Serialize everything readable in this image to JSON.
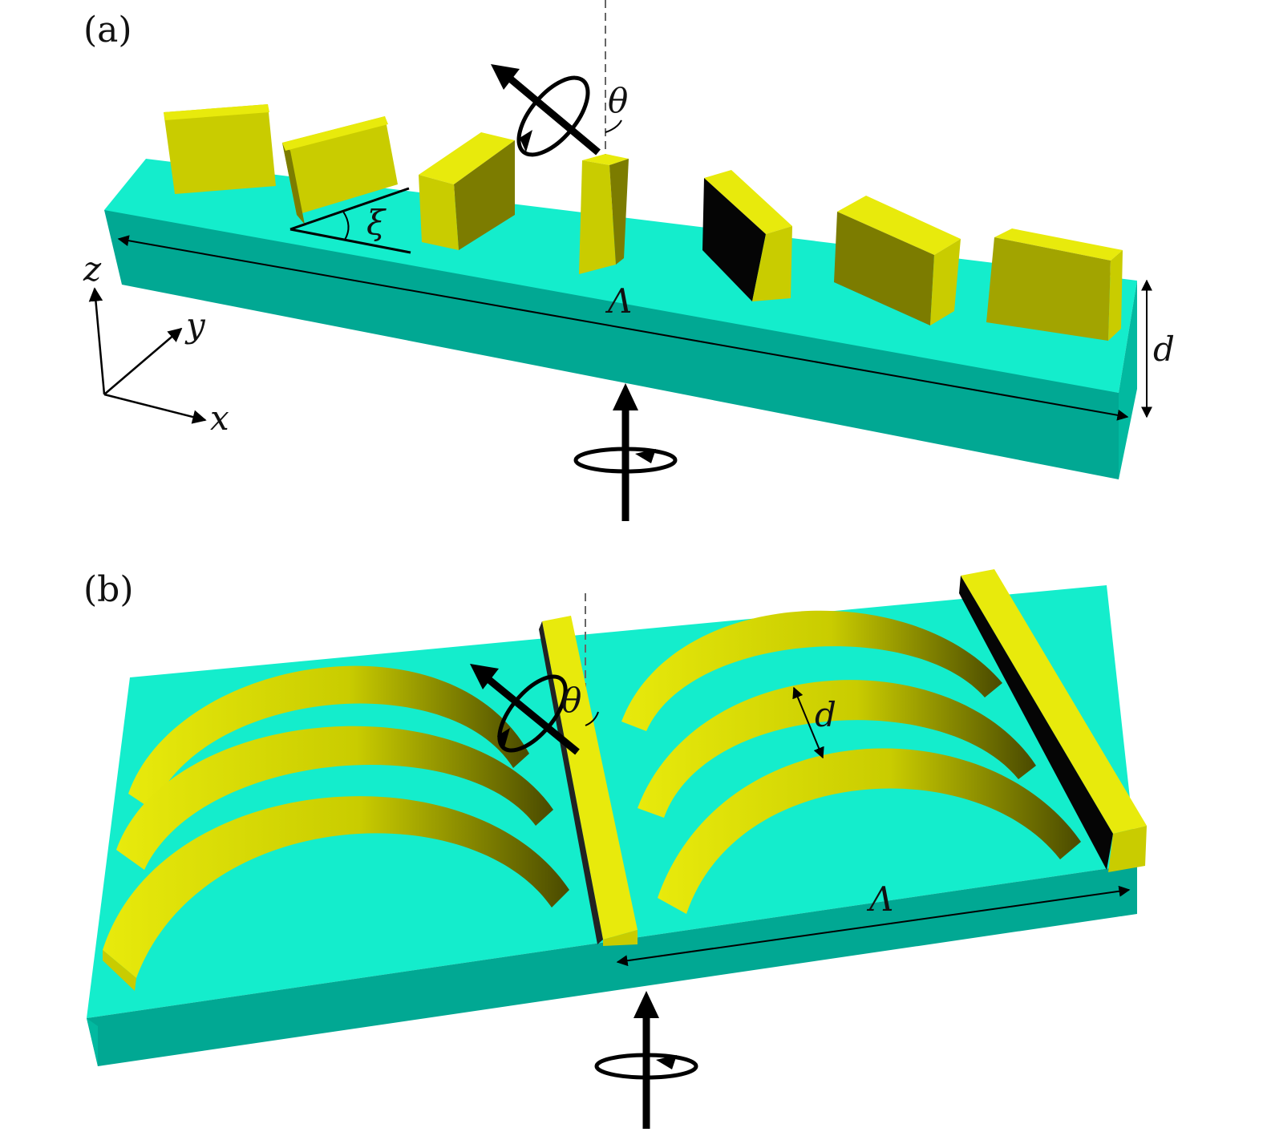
{
  "panels": {
    "a": {
      "label": "(a)",
      "theta": "θ",
      "xi": "ξ",
      "period": "Λ",
      "thickness": "d",
      "axis_x": "x",
      "axis_y": "y",
      "axis_z": "z"
    },
    "b": {
      "label": "(b)",
      "theta": "θ",
      "spacing": "d",
      "period": "Λ"
    }
  },
  "colors": {
    "substrate_top": "#14EDCC",
    "substrate_front": "#01A893",
    "substrate_side": "#02B9A0",
    "gold_light": "#E8EA0C",
    "gold_mid": "#C9CC00",
    "gold_dark": "#7C7C00",
    "black_face": "#050505",
    "arrow": "#000000"
  }
}
